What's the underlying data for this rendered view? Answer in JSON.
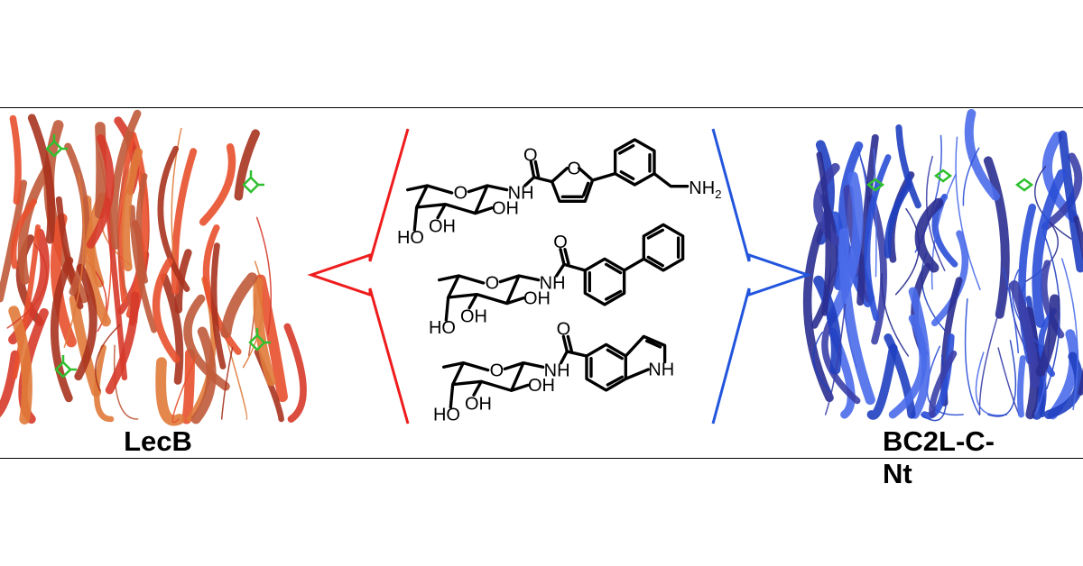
{
  "left_protein": {
    "label": "LecB",
    "color_main": "#d63a2a",
    "color_alt": "#e07a3a",
    "ligand_color": "#2fbf2f"
  },
  "right_protein": {
    "label": "BC2L-C-Nt",
    "color_main": "#2a4fd6",
    "color_alt": "#3b3fa8"
  },
  "frame": {
    "left_color": "#ee1c1c",
    "right_color": "#2255dd"
  },
  "molecules": {
    "m1": {
      "ring_o": "O",
      "nh": "NH",
      "oh1": "OH",
      "oh2": "OH",
      "ho": "HO",
      "carbonyl_o": "O",
      "furan_o": "O",
      "amine": "NH",
      "amine_sub": "2"
    },
    "m2": {
      "ring_o": "O",
      "nh": "NH",
      "oh1": "OH",
      "oh2": "OH",
      "ho": "HO",
      "carbonyl_o": "O"
    },
    "m3": {
      "ring_o": "O",
      "nh": "NH",
      "oh1": "OH",
      "oh2": "OH",
      "ho": "HO",
      "carbonyl_o": "O",
      "indole_nh": "NH"
    }
  }
}
